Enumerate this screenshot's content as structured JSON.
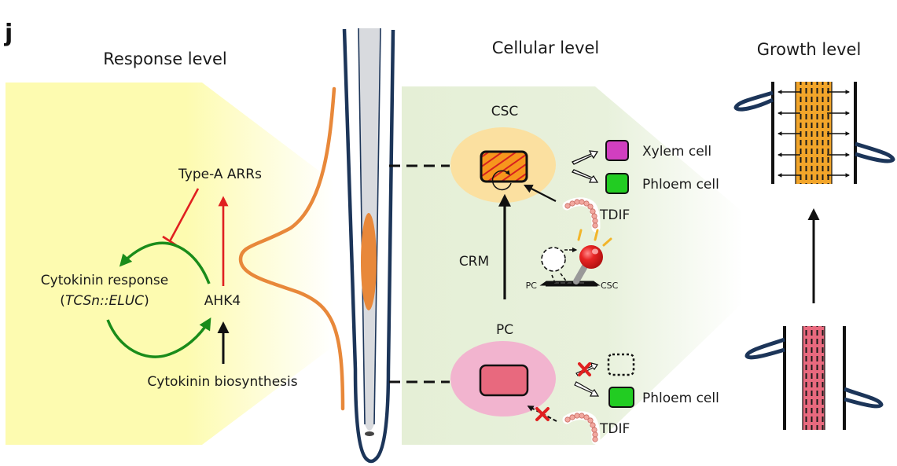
{
  "panel_letter": "j",
  "sections": {
    "response": {
      "title": "Response level",
      "type_a_arrs": "Type-A ARRs",
      "cytokinin_response": "Cytokinin response",
      "reporter_open": "(",
      "reporter_italic": "TCSn::ELUC",
      "reporter_close": ")",
      "ahk4": "AHK4",
      "biosynthesis": "Cytokinin biosynthesis"
    },
    "cellular": {
      "title": "Cellular level",
      "csc_label": "CSC",
      "pc_label": "PC",
      "crm_label": "CRM",
      "xylem_cell": "Xylem cell",
      "phloem_cell_top": "Phloem cell",
      "phloem_cell_bottom": "Phloem cell",
      "tdif_top": "TDIF",
      "tdif_bottom": "TDIF",
      "switch_left": "PC",
      "switch_right": "CSC"
    },
    "growth": {
      "title": "Growth level"
    }
  },
  "colors": {
    "yellow_panel": "#fdfbb0",
    "green_panel": "#e6f0d8",
    "orange": "#e8883a",
    "navy": "#1c3559",
    "red_arrow": "#e02020",
    "green_arrow": "#1a8c1a",
    "csc_halo": "#fbe0a0",
    "pc_halo": "#f2b4cf",
    "csc_cell": "#f7961d",
    "pc_cell": "#e8697e",
    "xylem": "#d13fc0",
    "phloem": "#22cc22",
    "tdif": "#f2a8a0",
    "knob": "#e02424"
  }
}
